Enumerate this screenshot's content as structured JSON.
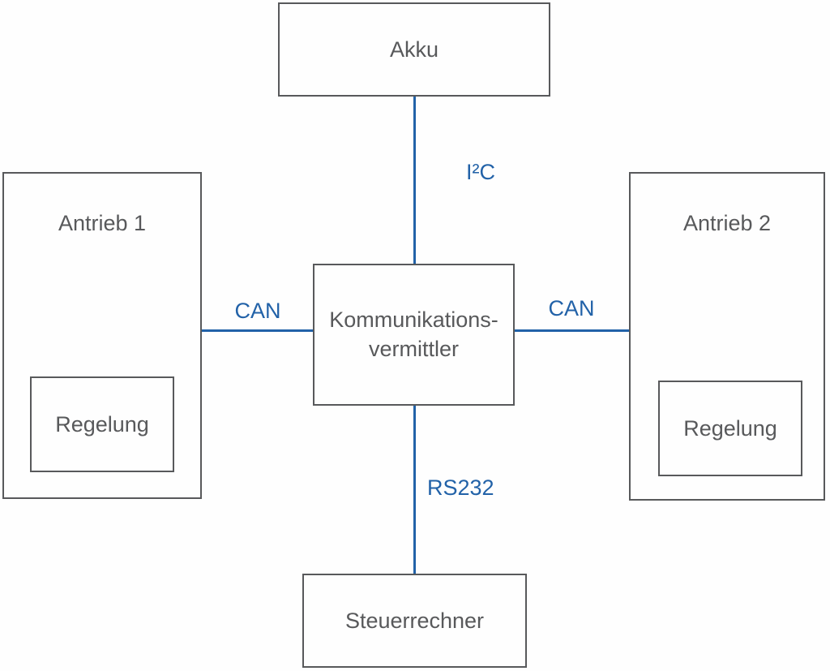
{
  "nodes": {
    "akku": {
      "label": "Akku"
    },
    "antrieb1": {
      "label": "Antrieb 1"
    },
    "regelung1": {
      "label": "Regelung"
    },
    "antrieb2": {
      "label": "Antrieb 2"
    },
    "regelung2": {
      "label": "Regelung"
    },
    "kommunikationsvermittler": {
      "line1": "Kommunikations-",
      "line2": "vermittler"
    },
    "steuerrechner": {
      "label": "Steuerrechner"
    }
  },
  "edges": {
    "i2c": {
      "label": "I²C"
    },
    "can_left": {
      "label": "CAN"
    },
    "can_right": {
      "label": "CAN"
    },
    "rs232": {
      "label": "RS232"
    }
  },
  "colors": {
    "connector_blue": "#2262a8",
    "box_border_gray": "#58595b",
    "label_text_gray": "#58595b"
  }
}
